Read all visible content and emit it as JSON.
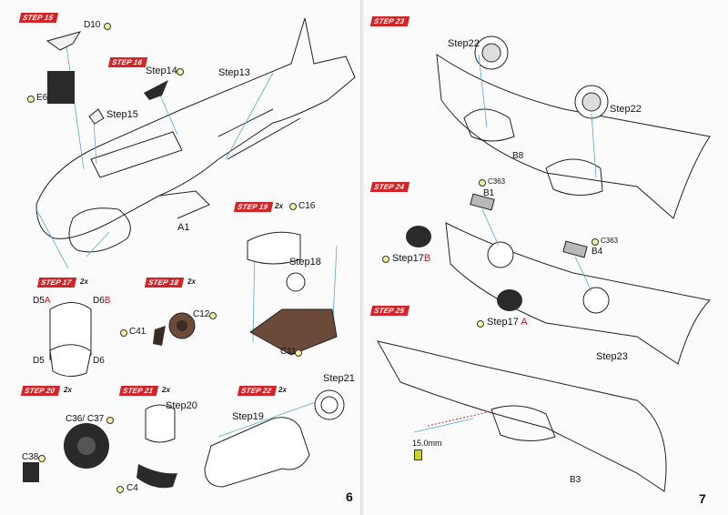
{
  "left_page": {
    "page_number": "6",
    "steps": [
      {
        "tag": "STEP 15",
        "count": ""
      },
      {
        "tag": "STEP 16",
        "count": ""
      },
      {
        "tag": "STEP 17",
        "count": "2x"
      },
      {
        "tag": "STEP 18",
        "count": "2x"
      },
      {
        "tag": "STEP 19",
        "count": "2x"
      },
      {
        "tag": "STEP 20",
        "count": "2x"
      },
      {
        "tag": "STEP 21",
        "count": "2x"
      },
      {
        "tag": "STEP 22",
        "count": "2x"
      }
    ],
    "labels": {
      "d10": "D10",
      "e6": "E6",
      "step14": "Step14",
      "step13": "Step13",
      "step15": "Step15",
      "a1": "A1",
      "d5a_part": "D5",
      "d5a_letter": "A",
      "d6b_part": "D6",
      "d6b_letter": "B",
      "d5": "D5",
      "d6": "D6",
      "c41": "C41",
      "c12": "C12",
      "c16": "C16",
      "step18": "Step18",
      "c11": "C11",
      "c36c37": "C36/ C37",
      "c38": "C38",
      "step20": "Step20",
      "c4": "C4",
      "step19": "Step19",
      "step21": "Step21"
    }
  },
  "right_page": {
    "page_number": "7",
    "steps": [
      {
        "tag": "STEP 23"
      },
      {
        "tag": "STEP 24"
      },
      {
        "tag": "STEP 25"
      }
    ],
    "labels": {
      "step22_left": "Step22",
      "step22_right": "Step22",
      "b8": "B8",
      "c363_a": "C363",
      "b1": "B1",
      "c363_b": "C363",
      "b4": "B4",
      "step17b_text": "Step17",
      "step17b_letter": "B",
      "step17a_text": "Step17",
      "step17a_letter": "A",
      "step23": "Step23",
      "dimension": "15.0mm",
      "b3": "B3"
    }
  },
  "colors": {
    "step_tag": "#d1252a",
    "glue_marker": "#f2f2a0",
    "paint_chip": "#c9d42a",
    "part_dark": "#2a2a2a",
    "part_brown": "#6b4a3a"
  }
}
